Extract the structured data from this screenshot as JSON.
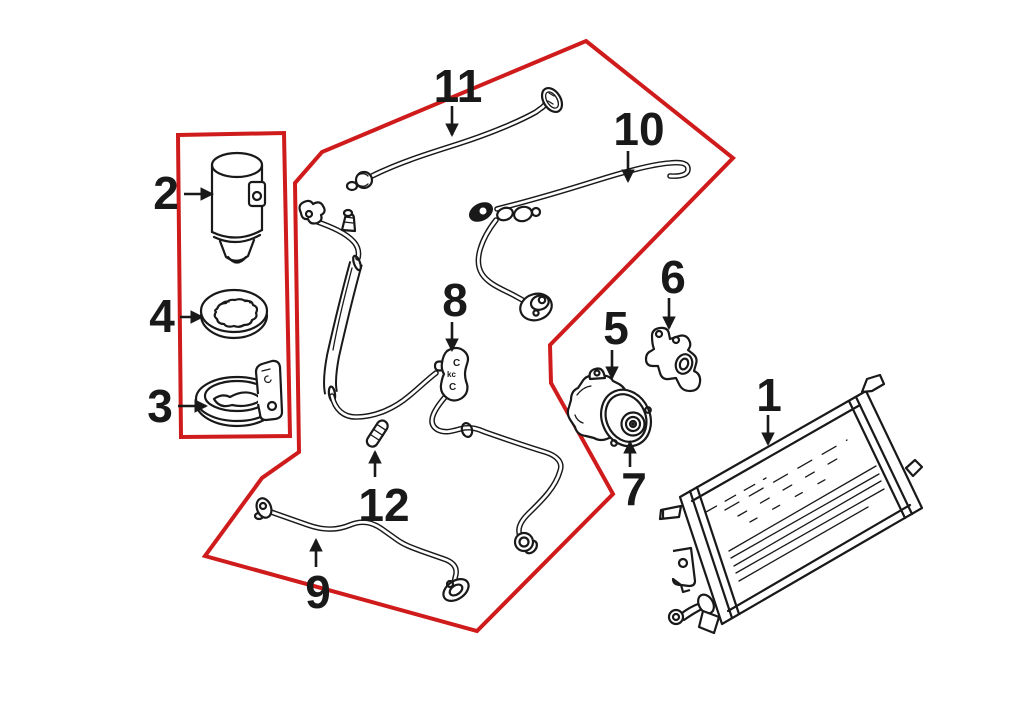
{
  "colors": {
    "background": "#ffffff",
    "line": "#191919",
    "highlight": "#cf1b1b"
  },
  "diagram": {
    "type": "exploded-parts-diagram",
    "callouts": [
      {
        "label": "1",
        "points_to": "condenser"
      },
      {
        "label": "2",
        "points_to": "receiver-drier"
      },
      {
        "label": "3",
        "points_to": "drier-bracket-clamp"
      },
      {
        "label": "4",
        "points_to": "drier-cap"
      },
      {
        "label": "5",
        "points_to": "compressor"
      },
      {
        "label": "6",
        "points_to": "compressor-bracket"
      },
      {
        "label": "7",
        "points_to": "compressor-clutch"
      },
      {
        "label": "8",
        "points_to": "hose-junction-plate"
      },
      {
        "label": "9",
        "points_to": "lower-ac-line"
      },
      {
        "label": "10",
        "points_to": "upper-ac-line"
      },
      {
        "label": "11",
        "points_to": "ac-pipe"
      },
      {
        "label": "12",
        "points_to": "stud-bolt"
      }
    ],
    "plate_marks": [
      "C",
      "kc",
      "C"
    ]
  }
}
